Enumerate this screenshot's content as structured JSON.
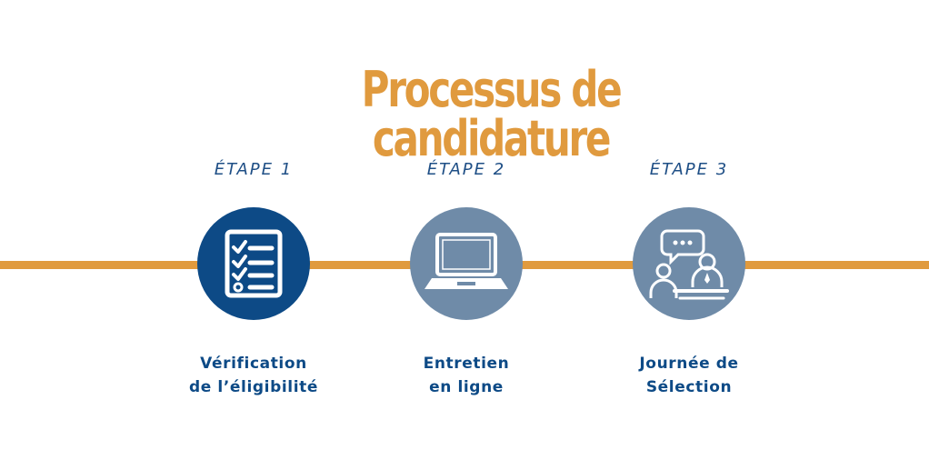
{
  "title": "Processus de candidature",
  "colors": {
    "accent": "#e09a3e",
    "primary": "#0d4a86",
    "muted": "#6f8ba8"
  },
  "steps": [
    {
      "label": "ÉTAPE 1",
      "caption_line1": "Vérification",
      "caption_line2": "de l’éligibilité",
      "icon": "checklist-icon"
    },
    {
      "label": "ÉTAPE 2",
      "caption_line1": "Entretien",
      "caption_line2": "en ligne",
      "icon": "laptop-icon"
    },
    {
      "label": "ÉTAPE 3",
      "caption_line1": "Journée de",
      "caption_line2": "Sélection",
      "icon": "meeting-icon"
    }
  ]
}
